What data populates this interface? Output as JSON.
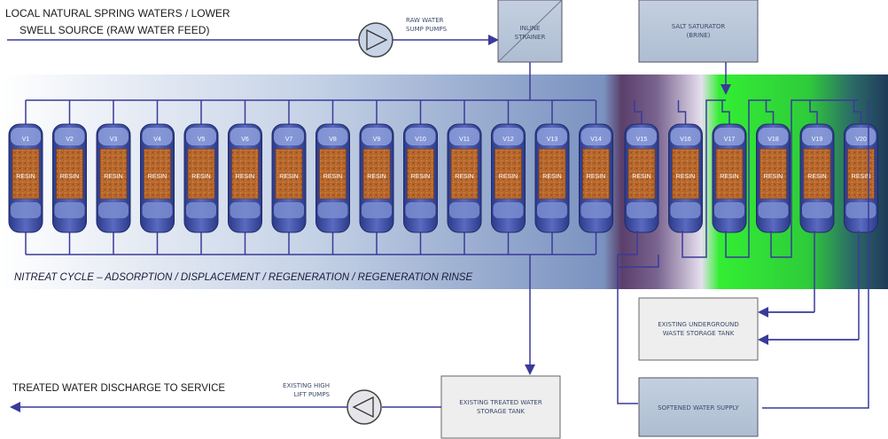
{
  "source_label": [
    "LOCAL NATURAL SPRING WATERS / LOWER",
    "SWELL SOURCE (RAW WATER FEED)"
  ],
  "raw_pumps_label": [
    "RAW WATER",
    "SUMP PUMPS"
  ],
  "strainer_label": [
    "INLINE",
    "STRAINER"
  ],
  "brine_label": [
    "SALT SATURATOR",
    "(BRINE)"
  ],
  "vessels": [
    "V1",
    "V2",
    "V3",
    "V4",
    "V5",
    "V6",
    "V7",
    "V8",
    "V9",
    "V10",
    "V11",
    "V12",
    "V13",
    "V14",
    "V15",
    "V16",
    "V17",
    "V18",
    "V19",
    "V20"
  ],
  "resin_label": "RESIN",
  "cycle_label": "NITREAT CYCLE – ADSORPTION / DISPLACEMENT / REGENERATION / REGENERATION RINSE",
  "waste_tank_label": [
    "EXISTING UNDERGROUND",
    "WASTE STORAGE TANK"
  ],
  "softened_label": "SOFTENED WATER SUPPLY",
  "treated_tank_label": [
    "EXISTING TREATED WATER",
    "STORAGE TANK"
  ],
  "high_lift_label": [
    "EXISTING HIGH",
    "LIFT PUMPS"
  ],
  "discharge_label": "TREATED WATER DISCHARGE TO SERVICE",
  "colors": {
    "line": "#3a3a9a",
    "vessel": "#3c4a9e",
    "resin": "#b5652a",
    "green": "#33e633",
    "purple": "#6a4a7a"
  }
}
